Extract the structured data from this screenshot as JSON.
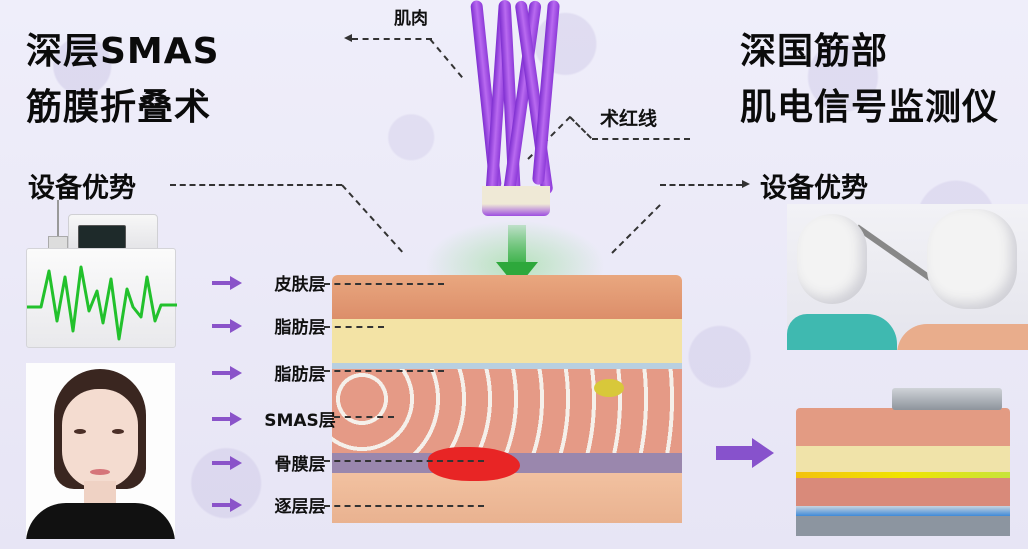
{
  "left_panel": {
    "title_line1": "深层SMAS",
    "title_line2": "筋膜折叠术",
    "subtitle": "设备优势",
    "device_image": "emg-monitor-device-with-green-waveform",
    "photo_image": "portrait-photo-woman"
  },
  "right_panel": {
    "title_line1": "深国筋部",
    "title_line2": "肌电信号监测仪",
    "subtitle": "设备优势",
    "surgery_image": "surgical-procedure-gloved-hands-instruments",
    "result_image": "skin-layer-block-with-probe"
  },
  "center": {
    "muscle_label": "肌肉",
    "suture_label": "术红线",
    "layers": [
      {
        "label": "皮肤层",
        "arrow": "arrow-right-icon"
      },
      {
        "label": "脂肪层",
        "arrow": "arrow-right-icon"
      },
      {
        "label": "脂肪层",
        "arrow": "arrow-right-icon"
      },
      {
        "label": "SMAS层",
        "arrow": "arrow-right-icon"
      },
      {
        "label": "骨膜层",
        "arrow": "arrow-right-icon"
      },
      {
        "label": "逐层层",
        "arrow": "arrow-right-icon"
      }
    ],
    "arrow_down": "green-arrow-down-icon",
    "arrow_right": "purple-arrow-right-icon"
  },
  "colors": {
    "background": "#ecebf8",
    "accent_purple": "#8a53c9",
    "muscle_purple": "#9d4ee0",
    "green_arrow": "#2ea83c",
    "waveform_green": "#22c12c",
    "text": "#0b0b0b"
  }
}
